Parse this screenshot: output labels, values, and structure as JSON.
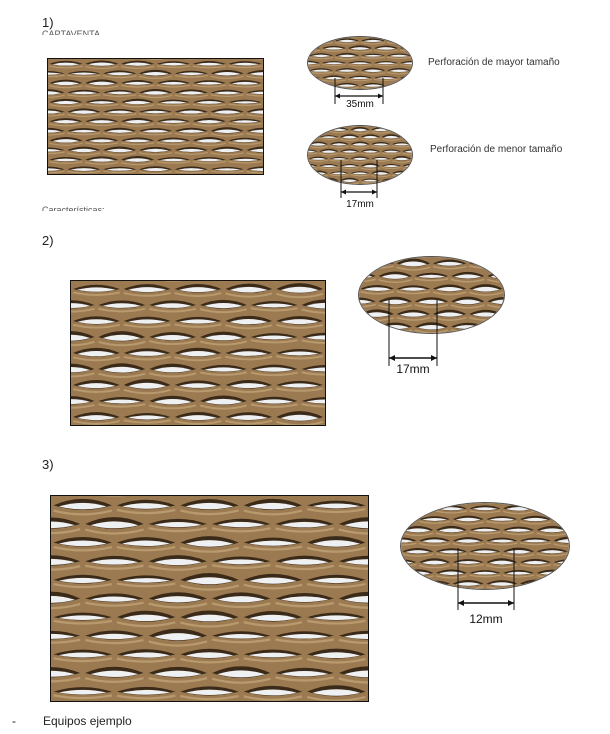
{
  "sections": [
    {
      "number": "1)",
      "cut_text_top": "CAPTAVENTA",
      "cut_text_bottom": "Características:",
      "detail_large": {
        "dimension": "35mm",
        "caption": "Perforación de mayor tamaño"
      },
      "detail_small": {
        "dimension": "17mm",
        "caption": "Perforación de menor tamaño"
      }
    },
    {
      "number": "2)",
      "detail": {
        "dimension": "17mm"
      }
    },
    {
      "number": "3)",
      "detail": {
        "dimension": "12mm"
      }
    }
  ],
  "footer": {
    "bullet": "-",
    "text": "Equipos ejemplo"
  },
  "colors": {
    "paper": "#9b7a52",
    "paper_light": "#b99a6e",
    "hole": "#eef0f2",
    "shadow": "#3b2a18"
  }
}
